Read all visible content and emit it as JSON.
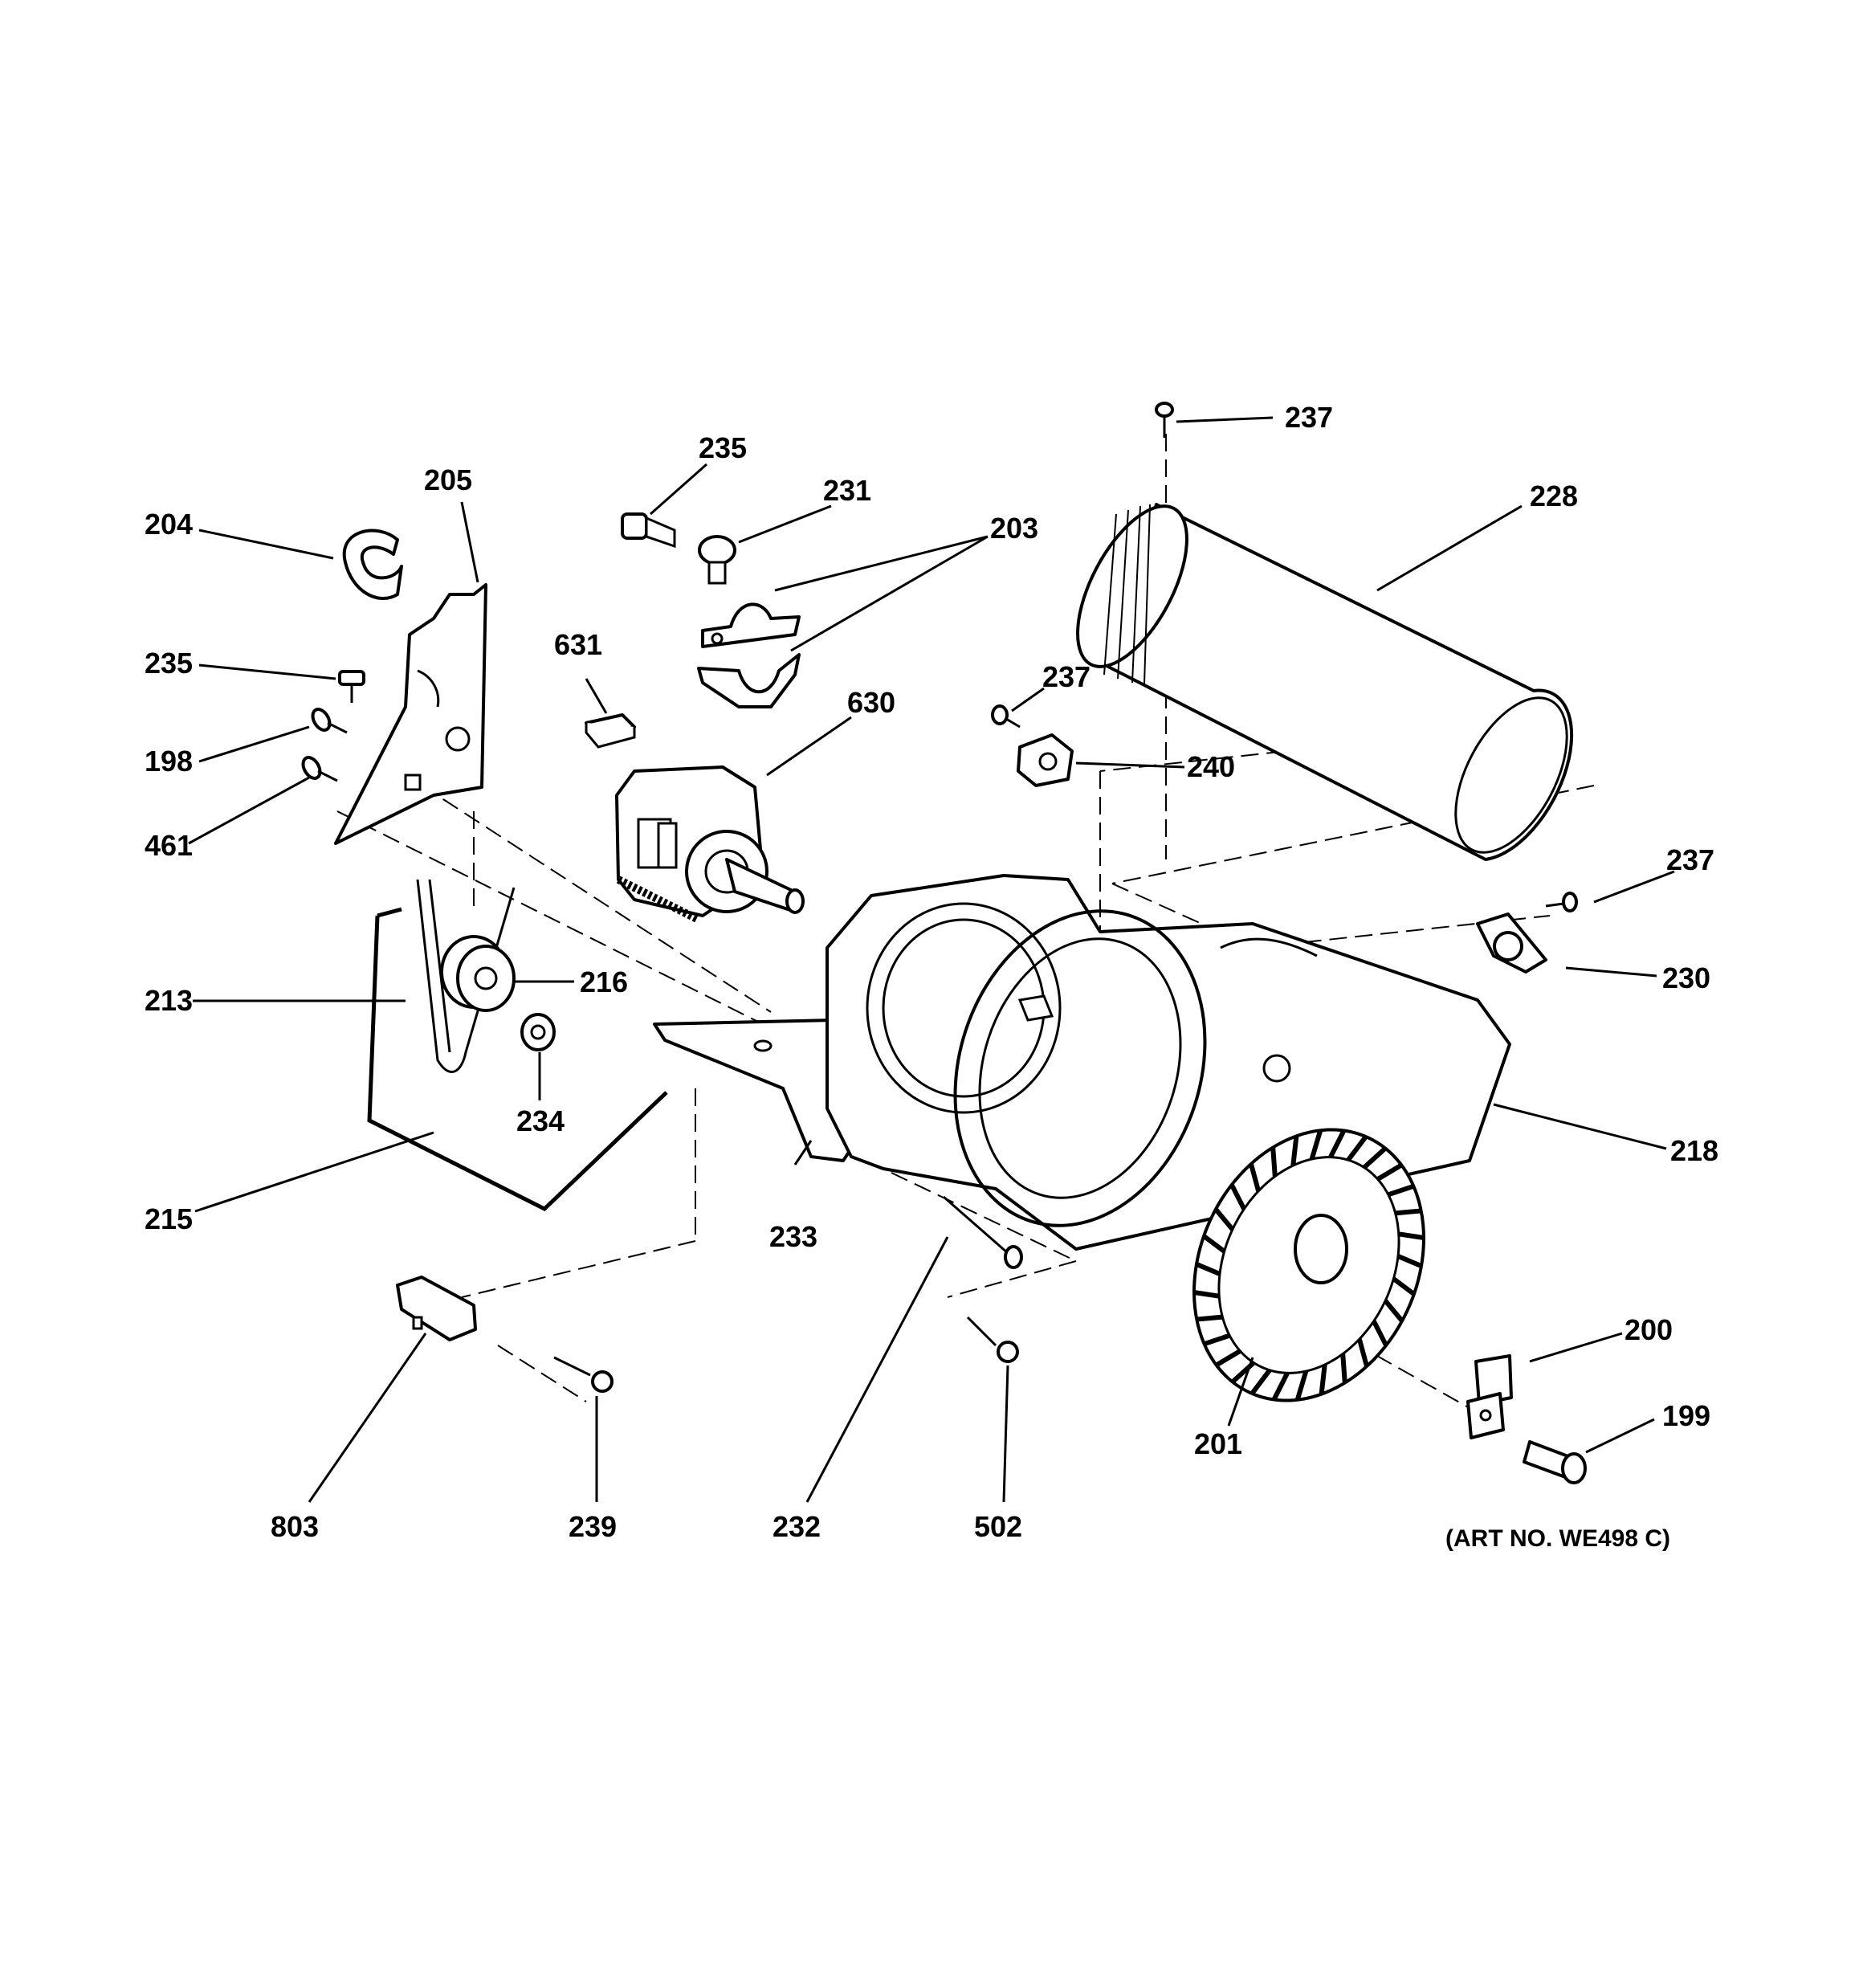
{
  "diagram": {
    "art_number": "(ART NO. WE498 C)",
    "callouts": {
      "c237_top": "237",
      "c228": "228",
      "c235_top": "235",
      "c231": "231",
      "c205": "205",
      "c203": "203",
      "c204": "204",
      "c631": "631",
      "c237_mid": "237",
      "c630": "630",
      "c235_left": "235",
      "c240": "240",
      "c198": "198",
      "c461": "461",
      "c237_right": "237",
      "c216": "216",
      "c230": "230",
      "c213": "213",
      "c234": "234",
      "c218": "218",
      "c233": "233",
      "c215": "215",
      "c200": "200",
      "c199": "199",
      "c201": "201",
      "c803": "803",
      "c239": "239",
      "c232": "232",
      "c502": "502"
    }
  }
}
